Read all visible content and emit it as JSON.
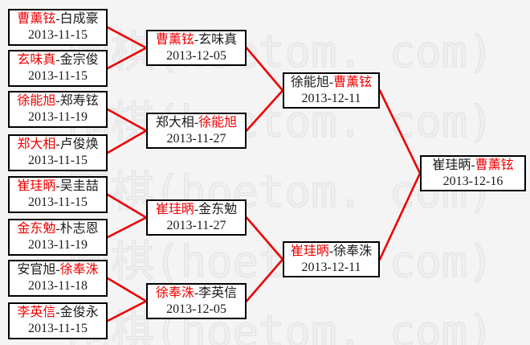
{
  "ui": {
    "dash": "-"
  },
  "watermark": {
    "text": "围棋(hoetom. com)"
  },
  "colors": {
    "bg": "#f4f4f4",
    "box-bg": "#ffffff",
    "border": "#000000",
    "text": "#1b1b1b",
    "win": "#f00000",
    "line": "#ee0000",
    "watermark": "#efefef"
  },
  "matches": [
    {
      "p1": "曹薰铉",
      "p2": "白成豪",
      "date": "2013-11-15",
      "winner": 1
    },
    {
      "p1": "玄味真",
      "p2": "金宗俊",
      "date": "2013-11-15",
      "winner": 1
    },
    {
      "p1": "徐能旭",
      "p2": "郑寿铉",
      "date": "2013-11-19",
      "winner": 1
    },
    {
      "p1": "郑大相",
      "p2": "卢俊焕",
      "date": "2013-11-15",
      "winner": 1
    },
    {
      "p1": "崔珪昞",
      "p2": "吴圭喆",
      "date": "2013-11-15",
      "winner": 1
    },
    {
      "p1": "金东勉",
      "p2": "朴志恩",
      "date": "2013-11-19",
      "winner": 1
    },
    {
      "p1": "安官旭",
      "p2": "徐奉洙",
      "date": "2013-11-18",
      "winner": 2
    },
    {
      "p1": "李英信",
      "p2": "金俊永",
      "date": "2013-11-15",
      "winner": 1
    },
    {
      "p1": "曹薰铉",
      "p2": "玄味真",
      "date": "2013-12-05",
      "winner": 1
    },
    {
      "p1": "郑大相",
      "p2": "徐能旭",
      "date": "2013-11-27",
      "winner": 2
    },
    {
      "p1": "崔珪昞",
      "p2": "金东勉",
      "date": "2013-11-27",
      "winner": 1
    },
    {
      "p1": "徐奉洙",
      "p2": "李英信",
      "date": "2013-12-05",
      "winner": 1
    },
    {
      "p1": "徐能旭",
      "p2": "曹薰铉",
      "date": "2013-12-11",
      "winner": 2
    },
    {
      "p1": "崔珪昞",
      "p2": "徐奉洙",
      "date": "2013-12-11",
      "winner": 1
    },
    {
      "p1": "崔珪昞",
      "p2": "曹薰铉",
      "date": "2013-12-16",
      "winner": 2
    }
  ]
}
